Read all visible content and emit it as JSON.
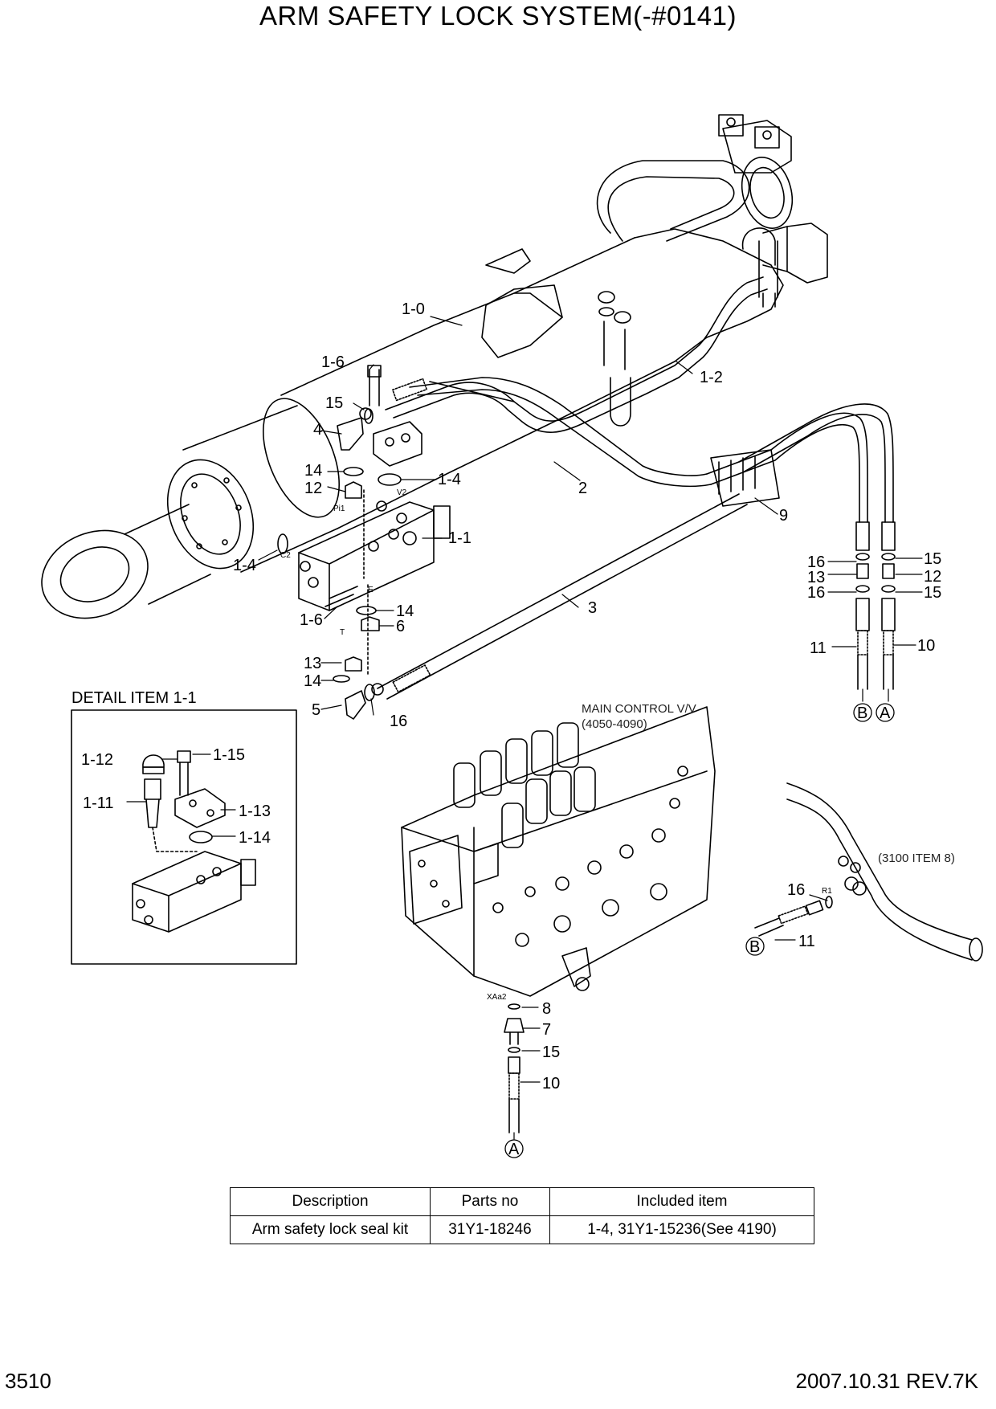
{
  "title": "ARM SAFETY LOCK SYSTEM(-#0141)",
  "callouts": {
    "c1_0": "1-0",
    "c1_6a": "1-6",
    "c1_2": "1-2",
    "c15a": "15",
    "c4": "4",
    "c14a": "14",
    "c1_4a": "1-4",
    "c12a": "12",
    "c2": "2",
    "c9": "9",
    "c1_1": "1-1",
    "c1_4b": "1-4",
    "c3": "3",
    "c1_6b": "1-6",
    "c14b": "14",
    "c6": "6",
    "c13a": "13",
    "c14c": "14",
    "c5": "5",
    "c16a": "16",
    "c16b": "16",
    "c15b": "15",
    "c13b": "13",
    "c12b": "12",
    "c16c": "16",
    "c15c": "15",
    "c11a": "11",
    "c10a": "10",
    "c8": "8",
    "c7": "7",
    "c15d": "15",
    "c10b": "10",
    "c16d": "16",
    "c11b": "11"
  },
  "port_labels": {
    "pi1": "Pi1",
    "v2": "V2",
    "c2": "C2",
    "e": "E",
    "t": "T",
    "r1": "R1",
    "xaa2": "XAa2"
  },
  "markers": {
    "b1": "B",
    "a1": "A",
    "b2": "B",
    "a2": "A"
  },
  "detail": {
    "heading": "DETAIL ITEM 1-1",
    "c1_12": "1-12",
    "c1_15": "1-15",
    "c1_11": "1-11",
    "c1_13": "1-13",
    "c1_14": "1-14"
  },
  "main_control": {
    "line1": "MAIN CONTROL V/V",
    "line2": "(4050-4090)"
  },
  "ref_note": "(3100 ITEM 8)",
  "table": {
    "headers": [
      "Description",
      "Parts no",
      "Included item"
    ],
    "rows": [
      [
        "Arm safety lock seal kit",
        "31Y1-18246",
        "1-4, 31Y1-15236(See 4190)"
      ]
    ]
  },
  "footer": {
    "page_number": "3510",
    "date_rev": "2007.10.31  REV.7K"
  }
}
